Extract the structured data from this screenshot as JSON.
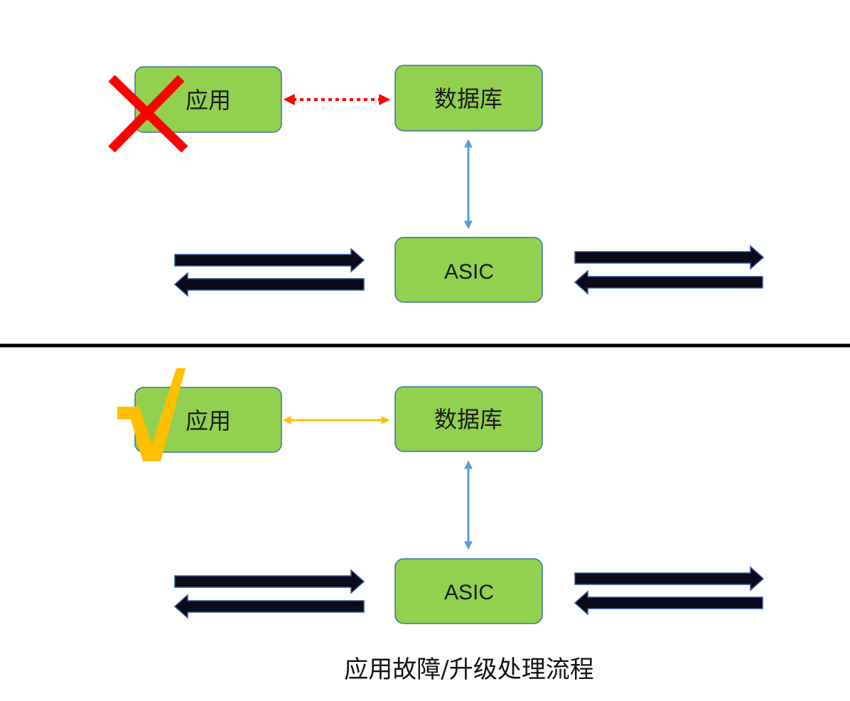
{
  "nodes": {
    "app_label": "应用",
    "db_label": "数据库",
    "asic_label": "ASIC"
  },
  "top_scenario": {
    "status_icon": "cross-mark-icon",
    "app_db_link": "dotted-broken"
  },
  "bottom_scenario": {
    "status_icon": "check-mark-icon",
    "app_db_link": "solid-working"
  },
  "caption": "应用故障/升级处理流程",
  "colors": {
    "node_fill": "#92d050",
    "node_border": "#41719c",
    "fail_red": "#ff0000",
    "ok_gold": "#ffc000",
    "link_blue": "#5b9bd5",
    "traffic_arrow_fill": "#0a0a1a",
    "traffic_arrow_outline": "#2f5597",
    "divider": "#000000"
  }
}
